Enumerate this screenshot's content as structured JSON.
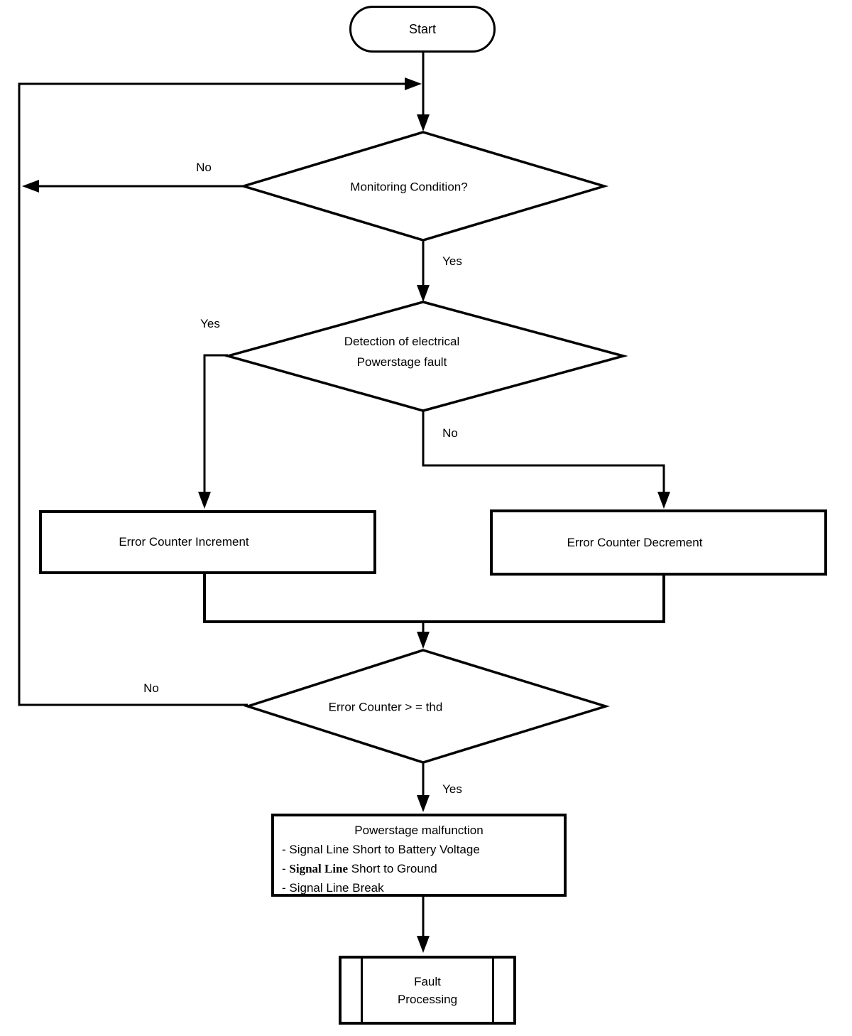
{
  "colors": {
    "ink": "#000000",
    "background": "#ffffff"
  },
  "nodes": {
    "start": {
      "type": "terminator",
      "label": "Start"
    },
    "monitoring": {
      "type": "decision",
      "label": "Monitoring Condition?"
    },
    "detection": {
      "type": "decision",
      "label_line1": "Detection of electrical",
      "label_line2": "Powerstage fault"
    },
    "increment": {
      "type": "process",
      "label": "Error Counter Increment"
    },
    "decrement": {
      "type": "process",
      "label": "Error Counter Decrement"
    },
    "threshold": {
      "type": "decision",
      "label": "Error Counter > = thd"
    },
    "malfunction": {
      "type": "process",
      "title": "Powerstage malfunction",
      "bullet1": "- Signal Line Short to Battery Voltage",
      "bullet2_dash": "- ",
      "bullet2_serif": "Signal Line",
      "bullet2_rest": " Short to Ground",
      "bullet3": "- Signal Line Break"
    },
    "fault": {
      "type": "predefined-process",
      "label_line1": "Fault",
      "label_line2": "Processing"
    }
  },
  "edge_labels": {
    "monitoring_no": "No",
    "monitoring_yes": "Yes",
    "detection_yes": "Yes",
    "detection_no": "No",
    "threshold_no": "No",
    "threshold_yes": "Yes"
  }
}
